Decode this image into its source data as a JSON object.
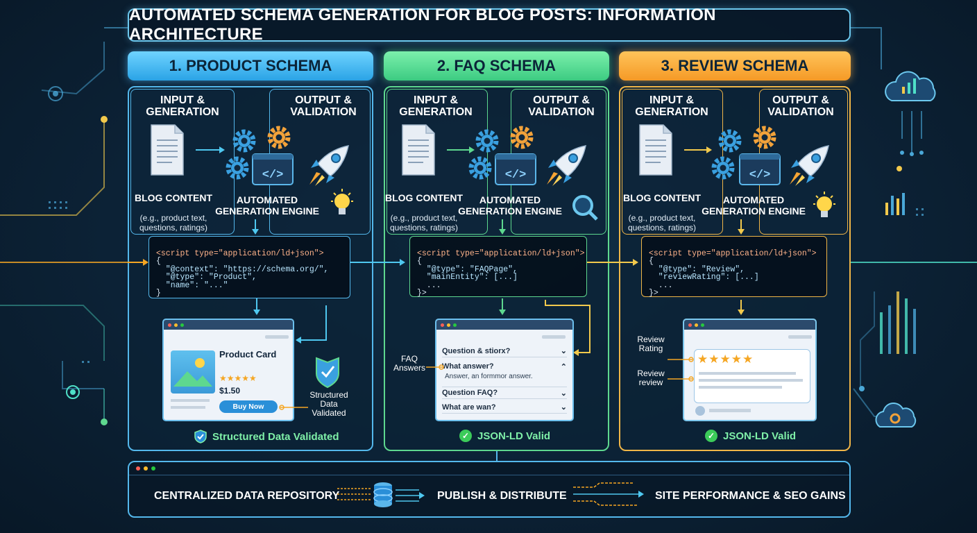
{
  "title": "AUTOMATED SCHEMA GENERATION FOR BLOG POSTS: INFORMATION ARCHITECTURE",
  "colors": {
    "blue": "#54b8ec",
    "green": "#5ed88f",
    "orange": "#f0b648"
  },
  "columns": [
    {
      "header": "1. PRODUCT SCHEMA",
      "input_heading": "INPUT &\nGENERATION",
      "output_heading": "OUTPUT &\nVALIDATION",
      "blog_title": "BLOG CONTENT",
      "blog_desc": "(e.g., product text,\nquestions, ratings)",
      "engine": "AUTOMATED\nGENERATION ENGINE",
      "code": {
        "open": "<script type=\"application/ld+json\">",
        "lines": [
          "{",
          "  \"@context\": \"https://schema.org/\",",
          "  \"@type\": \"Product\",",
          "  \"name\": \"...\"",
          "}"
        ]
      },
      "status": "Structured Data Validated"
    },
    {
      "header": "2. FAQ SCHEMA",
      "input_heading": "INPUT &\nGENERATION",
      "output_heading": "OUTPUT &\nVALIDATION",
      "blog_title": "BLOG CONTENT",
      "blog_desc": "(e.g., product text,\nquestions, ratings)",
      "engine": "AUTOMATED\nGENERATION ENGINE",
      "code": {
        "open": "<script type=\"application/ld+json\">",
        "lines": [
          "{",
          "  \"@type\": \"FAQPage\",",
          "  \"mainEntity\": [...]",
          "  ...",
          "}>"
        ]
      },
      "status": "JSON-LD Valid"
    },
    {
      "header": "3. REVIEW SCHEMA",
      "input_heading": "INPUT &\nGENERATION",
      "output_heading": "OUTPUT &\nVALIDATION",
      "blog_title": "BLOG CONTENT",
      "blog_desc": "(e.g., product text,\nquestions, ratings)",
      "engine": "AUTOMATED\nGENERATION ENGINE",
      "code": {
        "open": "<script type=\"application/ld+json\">",
        "lines": [
          "{",
          "  \"@type\": \"Review\",",
          "  \"reviewRating\": [...]",
          "  ...",
          "}>"
        ]
      },
      "status": "JSON-LD Valid"
    }
  ],
  "product_card": {
    "title": "Product Card",
    "stars": "★★★★★",
    "price": "$1.50",
    "button": "Buy Now",
    "side_label": "Structured\nData\nValidated"
  },
  "faq": {
    "side_label": "FAQ\nAnswers",
    "items": [
      {
        "q": "Question & stiorx?",
        "icon": "chevron-down"
      },
      {
        "q": "What answer?",
        "icon": "chevron-up",
        "a": "Answer, an formmor answer."
      },
      {
        "q": "Question FAQ?",
        "icon": "chevron-down"
      },
      {
        "q": "What are wan?",
        "icon": "chevron-down"
      }
    ]
  },
  "review": {
    "rating_label": "Review\nRating",
    "review_label": "Review\nreview",
    "stars": "★★★★★"
  },
  "bottom": {
    "repo": "CENTRALIZED DATA REPOSITORY",
    "publish": "PUBLISH & DISTRIBUTE",
    "gains": "SITE PERFORMANCE & SEO GAINS"
  }
}
